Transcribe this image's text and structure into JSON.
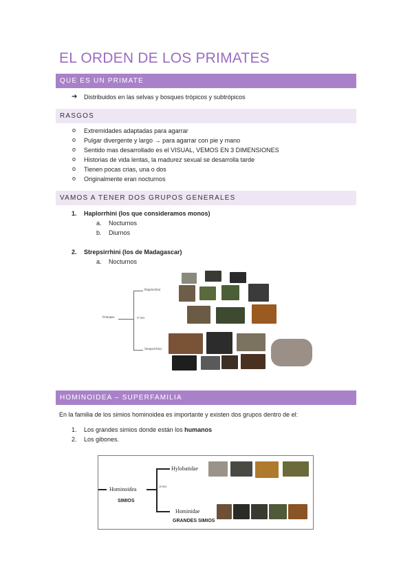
{
  "title": "EL ORDEN DE LOS PRIMATES",
  "section1": {
    "heading": "QUE ES UN PRIMATE",
    "point": "Distribuidos en las selvas y bosques trópicos y subtrópicos"
  },
  "section2": {
    "heading": "RASGOS",
    "items": [
      "Extremidades adaptadas para agarrar",
      "Pulgar divergente y largo",
      "para agarrar con pie y mano",
      "Sentido mas desarrollado es el VISUAL, VEMOS EN 3 DIMENSIONES",
      "Historias de vida lentas, la madurez sexual se desarrolla tarde",
      "Tienen pocas crias, una o dos",
      "Originalmente eran nocturnos"
    ]
  },
  "section3": {
    "heading": "VAMOS A TENER DOS GRUPOS GENERALES",
    "group1": {
      "num": "1.",
      "label": "Haplorrhini (los que consideramos monos)",
      "subs": [
        {
          "mark": "a.",
          "text": "Nocturnos"
        },
        {
          "mark": "b.",
          "text": "Diurnos"
        }
      ]
    },
    "group2": {
      "num": "2.",
      "label": "Strepsirrhini (los de Madagascar)",
      "subs": [
        {
          "mark": "a.",
          "text": "Nocturnos"
        }
      ]
    },
    "figure1": {
      "root": "Primates",
      "split": "87 MA",
      "upper": "Haplorrhini",
      "lower": "Strepsirrhini"
    }
  },
  "section4": {
    "heading": "HOMINOIDEA – SUPERFAMILIA",
    "intro": "En la familia de los simios hominoidea es importante y existen dos grupos dentro de el:",
    "items": [
      {
        "num": "1.",
        "pre": "Los grandes simios donde están los ",
        "bold": "humanos"
      },
      {
        "num": "2.",
        "pre": "Los gibones.",
        "bold": ""
      }
    ],
    "figure2": {
      "root": "Hominoidea",
      "root_sub": "SIMIOS",
      "split": "20 MA",
      "upper": "Hylobatidae",
      "lower": "Hominidae",
      "lower_sub": "GRANDES SIMIOS"
    }
  }
}
